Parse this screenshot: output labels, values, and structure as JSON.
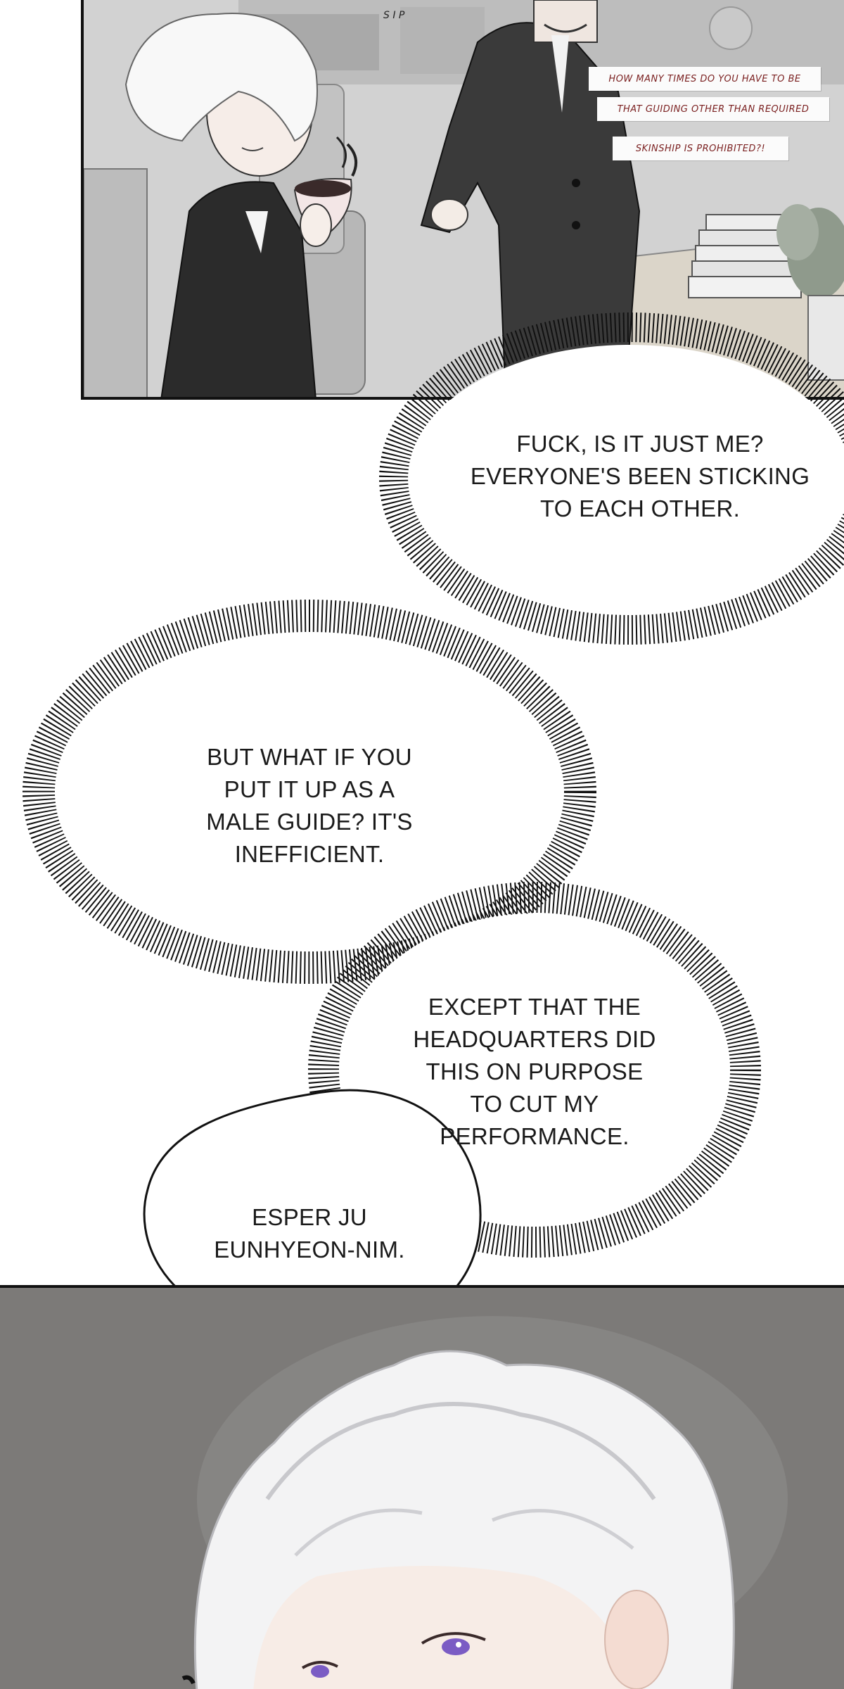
{
  "panel_top": {
    "signs": [
      "How many times do you have to be",
      "that guiding other than required",
      "skinship is prohibited?!"
    ],
    "sfx": "S I P"
  },
  "bubbles": [
    {
      "text": "FUCK, IS IT JUST ME?\nEVERYONE'S BEEN STICKING\nTO EACH OTHER."
    },
    {
      "text": "BUT WHAT IF YOU\nPUT IT UP AS A\nMALE GUIDE? IT'S\nINEFFICIENT."
    },
    {
      "text": "EXCEPT THAT THE\nHEADQUARTERS DID\nTHIS ON PURPOSE\nTO CUT MY\nPERFORMANCE."
    },
    {
      "text": "ESPER JU\nEUNHYEON-NIM."
    }
  ],
  "colors": {
    "background": "#ffffff",
    "panel_border": "#111111",
    "sign_text": "#7a1f1f",
    "eye_color": "#7b5cc4"
  }
}
